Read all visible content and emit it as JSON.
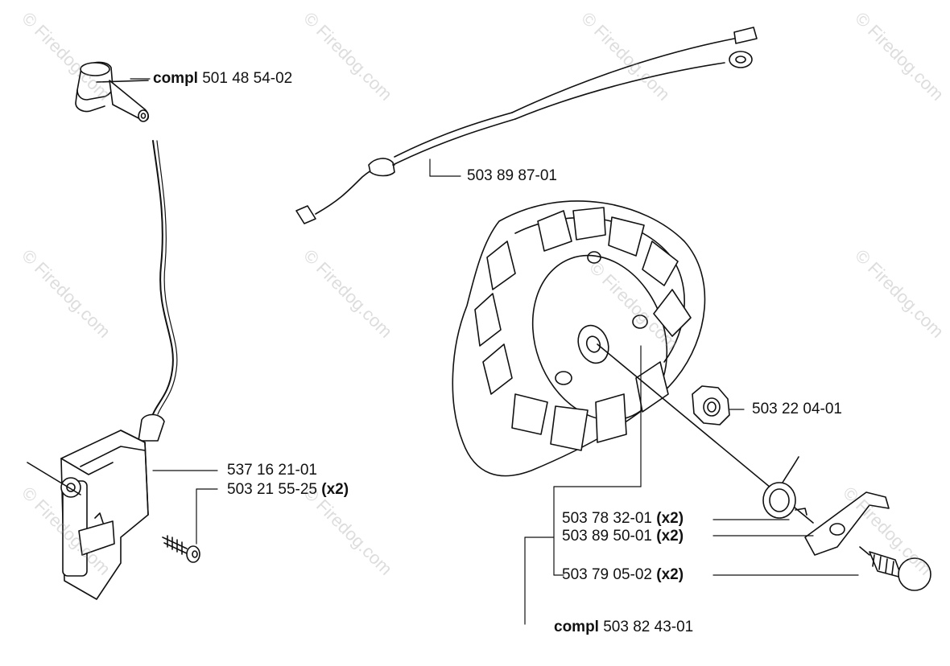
{
  "watermark": "© Firedog.com",
  "parts": [
    {
      "prefix": "compl",
      "number": "501 48 54-02",
      "qty": ""
    },
    {
      "prefix": "",
      "number": "503 89 87-01",
      "qty": ""
    },
    {
      "prefix": "",
      "number": "503 22 04-01",
      "qty": ""
    },
    {
      "prefix": "",
      "number": "537 16 21-01",
      "qty": ""
    },
    {
      "prefix": "",
      "number": "503 21 55-25",
      "qty": "(x2)"
    },
    {
      "prefix": "",
      "number": "503 78 32-01",
      "qty": "(x2)"
    },
    {
      "prefix": "",
      "number": "503 89 50-01",
      "qty": "(x2)"
    },
    {
      "prefix": "",
      "number": "503 79 05-02",
      "qty": "(x2)"
    },
    {
      "prefix": "compl",
      "number": "503 82 43-01",
      "qty": ""
    }
  ]
}
